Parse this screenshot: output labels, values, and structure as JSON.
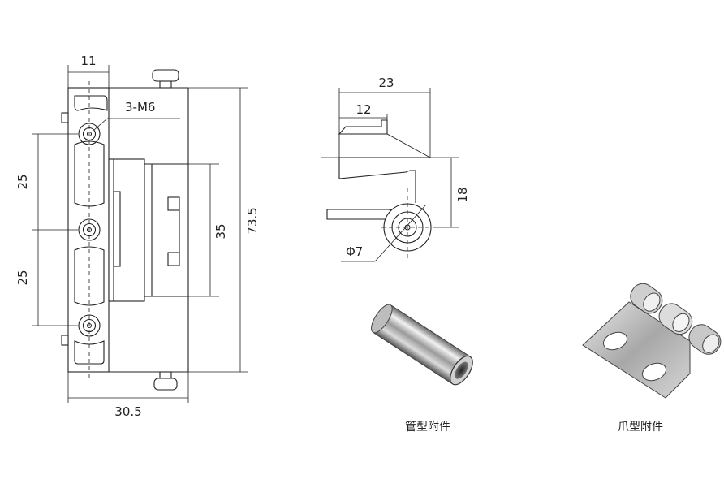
{
  "front_view": {
    "dim_top_width": "11",
    "thread_callout": "3-M6",
    "dim_pitch_upper": "25",
    "dim_pitch_lower": "25",
    "dim_leaf_height": "35",
    "dim_total_height": "73.5",
    "dim_total_width": "30.5"
  },
  "side_view": {
    "dim_width_outer": "23",
    "dim_width_inner": "12",
    "dim_height": "18",
    "dim_pin_diameter": "Φ7"
  },
  "accessories": {
    "tube_caption": "管型附件",
    "claw_caption": "爪型附件"
  }
}
